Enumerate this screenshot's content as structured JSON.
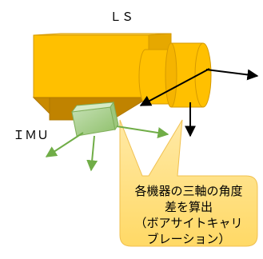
{
  "labels": {
    "ls": "ＬＳ",
    "imu": "ＩＭＵ"
  },
  "callout": {
    "lines": [
      "各機器の三軸の角度",
      "差を算出",
      "（ボアサイトキャリ",
      "ブレーション）"
    ]
  },
  "colors": {
    "ls_body": "#ffc000",
    "ls_dark": "#c98a00",
    "ls_outline": "#d69a00",
    "imu_cube": "#a9d18e",
    "imu_arrows": "#70ad47",
    "callout_fill": "#ffd966",
    "axis_arrows": "#000000"
  }
}
